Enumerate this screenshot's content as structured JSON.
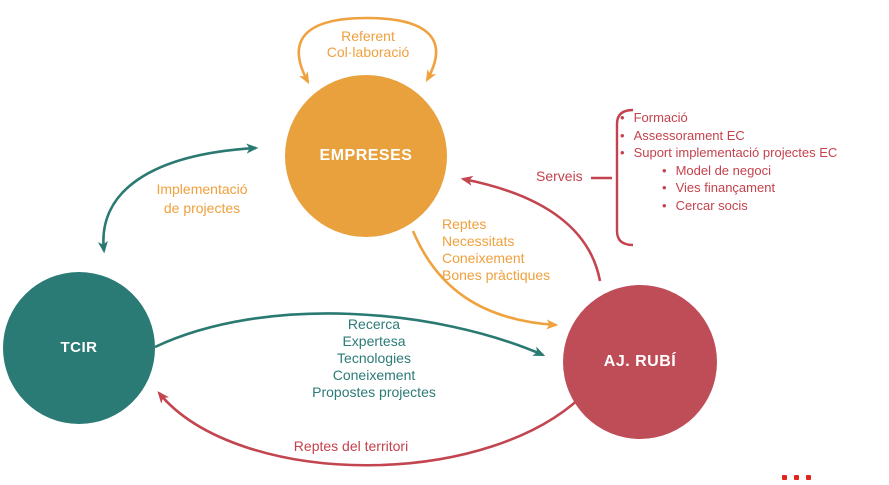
{
  "colors": {
    "orange": "#E8A13C",
    "teal": "#2A7A75",
    "red": "#BE4D57",
    "orange_text": "#F0A03C",
    "teal_text": "#2B7B76",
    "red_text": "#C4424D",
    "ellipsis_red": "#E3241C"
  },
  "nodes": {
    "empreses": {
      "label": "EMPRESES"
    },
    "tcir": {
      "label": "TCIR"
    },
    "aj_rubi": {
      "label": "AJ. RUBÍ"
    }
  },
  "edges": {
    "self_loop": {
      "lines": [
        "Referent",
        "Col·laboració"
      ]
    },
    "implementacio": {
      "lines": [
        "Implementació",
        "de projectes"
      ]
    },
    "serveis": {
      "label": "Serveis"
    },
    "reptes": {
      "lines": [
        "Reptes",
        "Necessitats",
        "Coneixement",
        "Bones pràctiques"
      ]
    },
    "tcir_to_rubi": {
      "lines": [
        "Recerca",
        "Expertesa",
        "Tecnologies",
        "Coneixement",
        "Propostes projectes"
      ]
    },
    "territori": {
      "label": "Reptes del territori"
    }
  },
  "services_panel": {
    "bracket_icon": "left-bracket",
    "items": [
      "Formació",
      "Assessorament EC",
      "Suport implementació projectes EC"
    ],
    "sub_items": [
      "Model de negoci",
      "Vies finançament",
      "Cercar socis"
    ]
  },
  "decor": {
    "ellipsis_icon": "red-ellipsis-dots",
    "dot_count": 3
  }
}
